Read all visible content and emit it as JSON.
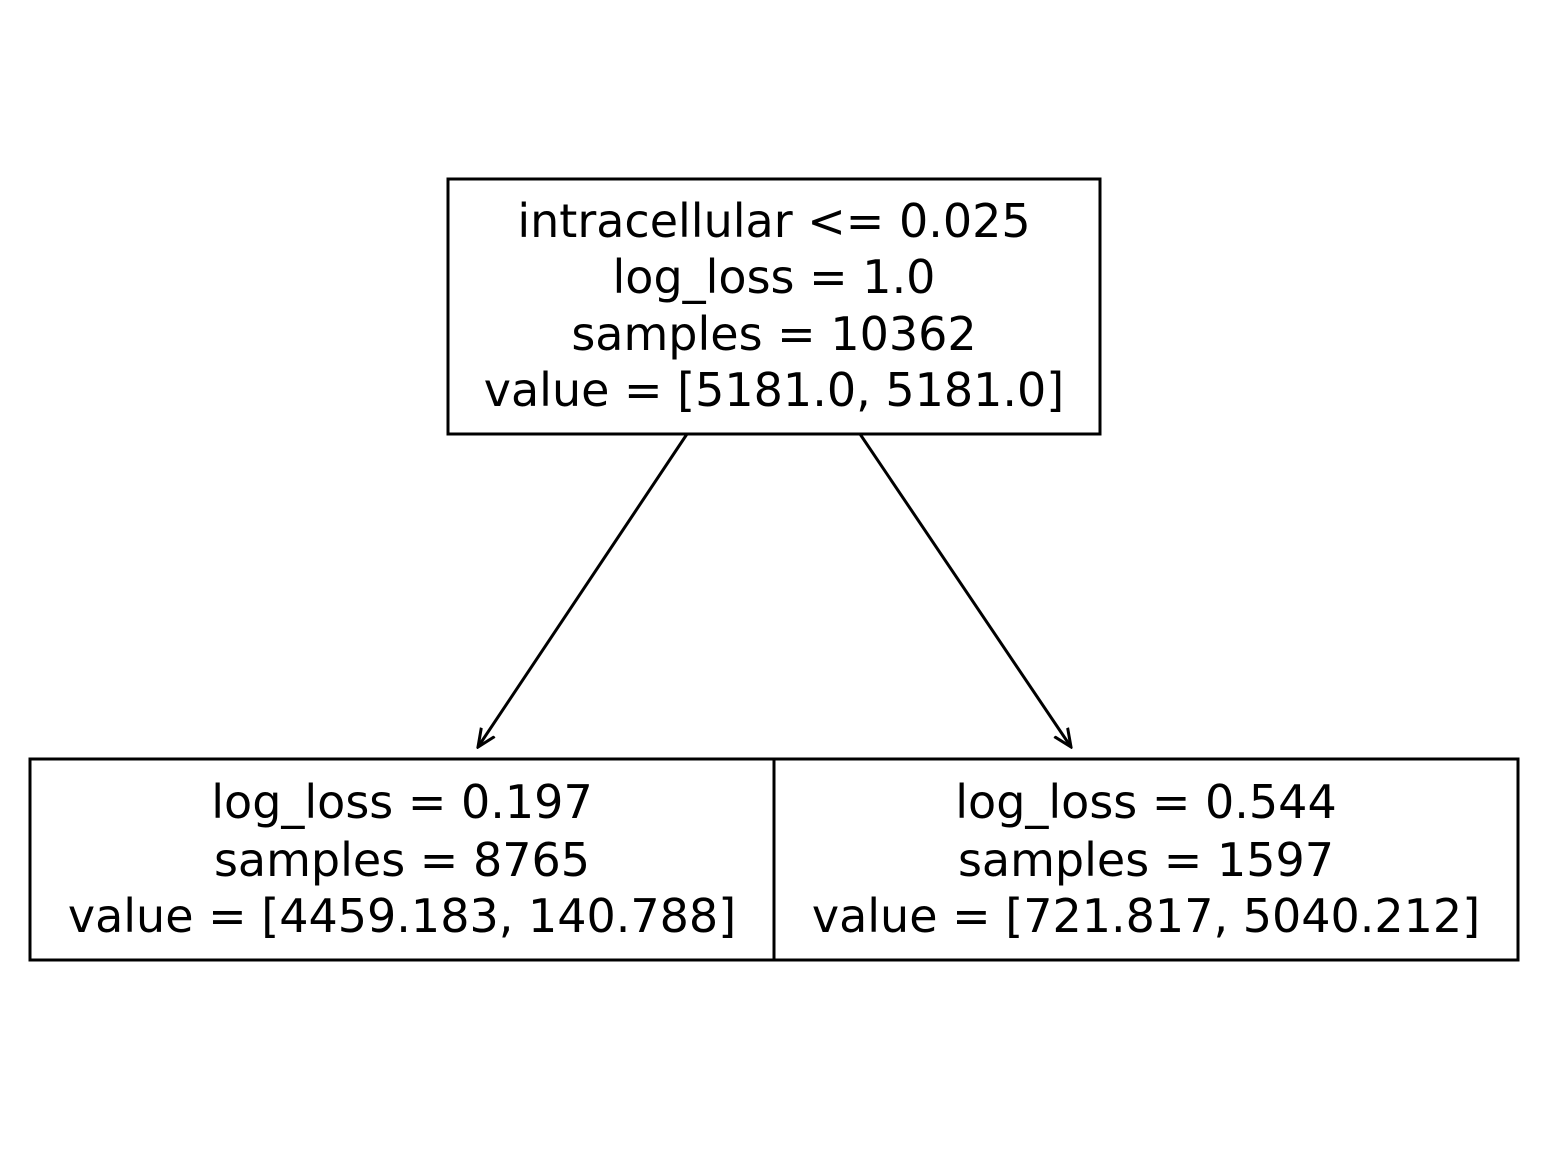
{
  "tree": {
    "root": {
      "lines": [
        "intracellular <= 0.025",
        "log_loss = 1.0",
        "samples = 10362",
        "value = [5181.0, 5181.0]"
      ]
    },
    "left_child": {
      "lines": [
        "log_loss = 0.197",
        "samples = 8765",
        "value = [4459.183, 140.788]"
      ]
    },
    "right_child": {
      "lines": [
        "log_loss = 0.544",
        "samples = 1597",
        "value = [721.817, 5040.212]"
      ]
    }
  },
  "colors": {
    "stroke": "#000000",
    "background": "#ffffff"
  }
}
